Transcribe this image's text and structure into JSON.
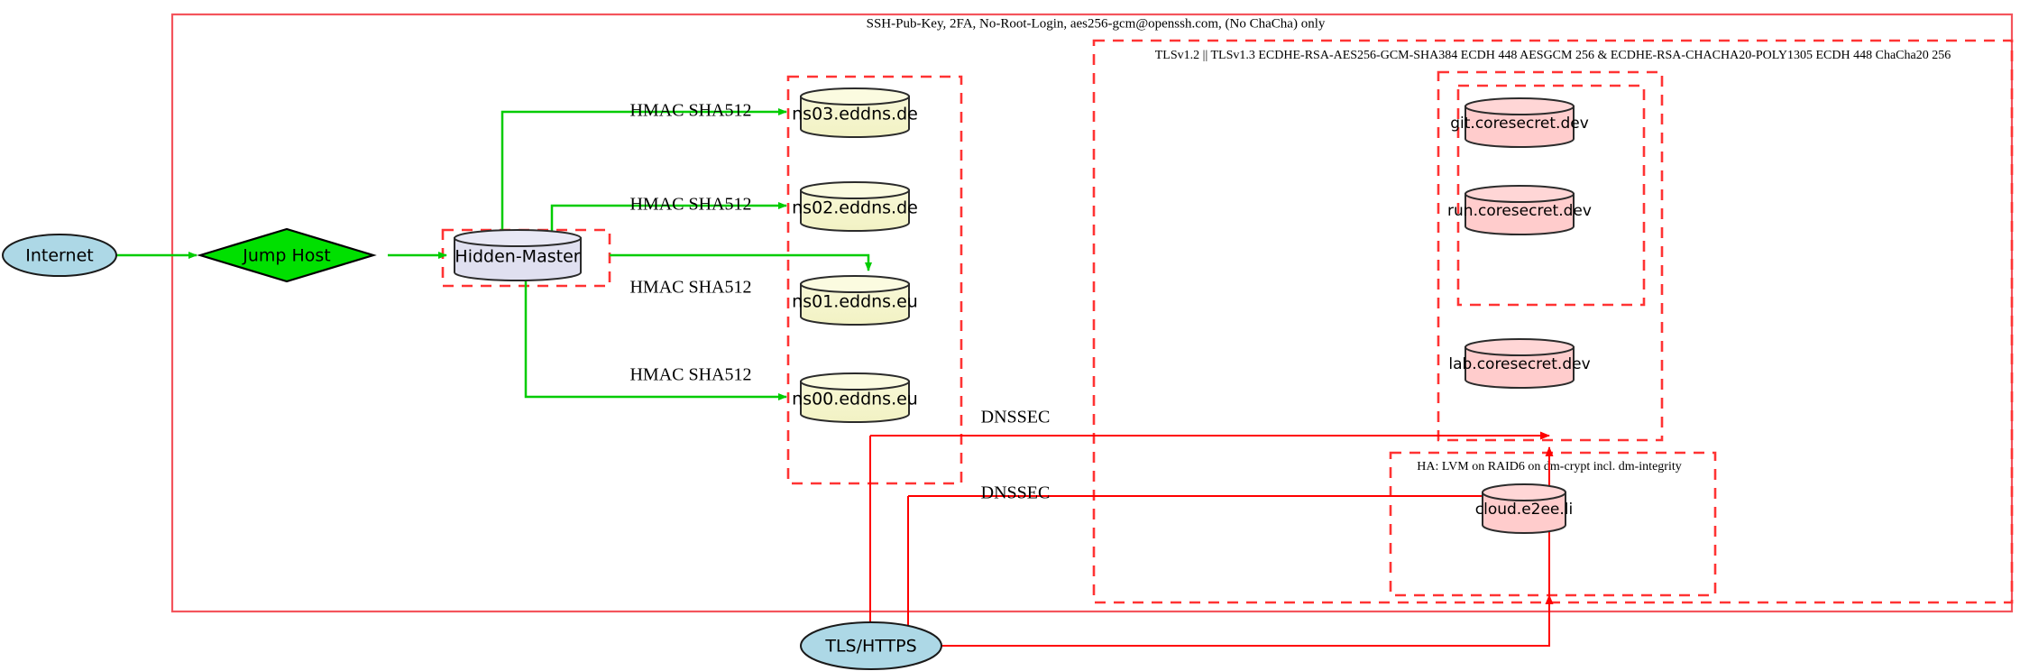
{
  "diagram": {
    "title_top": "SSH-Pub-Key, 2FA, No-Root-Login, aes256-gcm@openssh.com, (No ChaCha) only",
    "clusters": {
      "tls": "TLSv1.2 || TLSv1.3 ECDHE-RSA-AES256-GCM-SHA384 ECDH 448 AESGCM 256 & ECDHE-RSA-CHACHA20-POLY1305 ECDH 448 ChaCha20 256",
      "ha": "HA: LVM on RAID6 on dm-crypt incl. dm-integrity"
    },
    "nodes": {
      "internet": "Internet",
      "jump_host": "Jump Host",
      "hidden_master": "Hidden-Master",
      "ns03": "ns03.eddns.de",
      "ns02": "ns02.eddns.de",
      "ns01": "ns01.eddns.eu",
      "ns00": "ns00.eddns.eu",
      "git": "git.coresecret.dev",
      "run": "run.coresecret.dev",
      "lab": "lab.coresecret.dev",
      "cloud": "cloud.e2ee.li",
      "tls_https": "TLS/HTTPS"
    },
    "edge_labels": {
      "hmac_ns03": "HMAC SHA512",
      "hmac_ns02": "HMAC SHA512",
      "hmac_ns01": "HMAC SHA512",
      "hmac_ns00": "HMAC SHA512",
      "dnssec_1": "DNSSEC",
      "dnssec_2": "DNSSEC"
    },
    "colors": {
      "internet_fill": "#add8e6",
      "jump_host_fill": "#00e000",
      "hidden_master_fill": "#e0e0f0",
      "dns_fill": "#f5f5cd",
      "service_fill": "#ffcccc",
      "green_edge": "#00cc00",
      "red_edge": "#ff0000",
      "dashed_border": "#ff3333",
      "solid_border": "#f4545c"
    }
  }
}
